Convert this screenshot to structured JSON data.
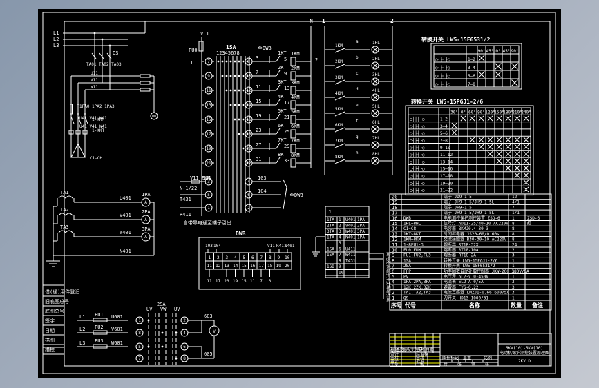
{
  "drawing": {
    "title_line1": "6KV(10)-6KV(10)",
    "title_line2": "电动机保护测控装置原理图",
    "drawing_no": "2KV.D",
    "colors": {
      "background": "#000000",
      "line": "#ffffff",
      "highlight": "#ffff00",
      "window_bg": "#8e9bb0"
    }
  },
  "power_circuit": {
    "phases": [
      "L1",
      "L2",
      "L3"
    ],
    "breaker": "QS",
    "cts": [
      "TA01",
      "TA02",
      "TA03"
    ],
    "busbars": [
      "U11",
      "V11",
      "W11"
    ],
    "fuses": [
      "1FU0",
      "1FU2",
      "1FU3"
    ],
    "contactor_labels": [
      "U41",
      "V41",
      "W41"
    ],
    "kkm": "1-KKM",
    "kkt": "1-KKT",
    "lower_labels": [
      "U41",
      "V41",
      "W41"
    ],
    "motor": "C1-CH"
  },
  "control_circuit": {
    "supply": "V11",
    "fuse": "FU0",
    "row_no": "1",
    "switch": "1SA",
    "switch_positions": "12345678",
    "to_dwb": "至DWB",
    "rows": [
      {
        "left": "7",
        "right": "8",
        "wire": "3",
        "relay": "1KT",
        "coil_no": "5",
        "coil": "1KM"
      },
      {
        "left": "9",
        "right": "10",
        "wire": "7",
        "relay": "2KT",
        "coil_no": "9",
        "coil": "2KM"
      },
      {
        "left": "11",
        "right": "12",
        "wire": "11",
        "relay": "3KT",
        "coil_no": "13",
        "coil": "3KM"
      },
      {
        "left": "13",
        "right": "14",
        "wire": "15",
        "relay": "4KT",
        "coil_no": "17",
        "coil": "4KM"
      },
      {
        "left": "15",
        "right": "16",
        "wire": "19",
        "relay": "5KT",
        "coil_no": "21",
        "coil": "5KM"
      },
      {
        "left": "17",
        "right": "18",
        "wire": "23",
        "relay": "6KT",
        "coil_no": "25",
        "coil": "6KM"
      },
      {
        "left": "19",
        "right": "20",
        "wire": "27",
        "relay": "7KT",
        "coil_no": "29",
        "coil": "7KM"
      },
      {
        "left": "21",
        "right": "22",
        "wire": "31",
        "relay": "8KT",
        "coil_no": "33",
        "coil": "8KM"
      }
    ],
    "bus_n": "N",
    "node_2": "2",
    "lower": {
      "fuse": "V11 FUM",
      "wire_101": "101",
      "n_label": "N-1/22",
      "t_label": "T431",
      "r_label": "R411",
      "note": "自带导电通至端子引出",
      "rows": [
        {
          "left": "3",
          "right": "4",
          "wire": "103"
        },
        {
          "left": "5",
          "right": "6",
          "wire": "104"
        },
        {
          "left": "1",
          "right": "2",
          "wire": ""
        }
      ],
      "to_dwb": "至DWB"
    }
  },
  "indicator_circuit": {
    "bus_left": "1",
    "bus_right": "2",
    "rows": [
      {
        "switch": "1KM",
        "tag": "a",
        "lamp": "1HL"
      },
      {
        "switch": "2KM",
        "tag": "b",
        "lamp": "2HL"
      },
      {
        "switch": "3KM",
        "tag": "c",
        "lamp": "3HL"
      },
      {
        "switch": "4KM",
        "tag": "d",
        "lamp": "4HL"
      },
      {
        "switch": "5KM",
        "tag": "e",
        "lamp": "5HL"
      },
      {
        "switch": "6KM",
        "tag": "f",
        "lamp": "6HL"
      },
      {
        "switch": "7KM",
        "tag": "g",
        "lamp": "7HL"
      },
      {
        "switch": "8KM",
        "tag": "h",
        "lamp": "8HL"
      }
    ]
  },
  "ct_circuit": {
    "cts": [
      "TA1",
      "TA2",
      "TA3"
    ],
    "wires": [
      "U401",
      "V401",
      "W401",
      "N401"
    ],
    "ammeters": [
      "1PA",
      "2PA",
      "3PA"
    ],
    "meter_symbol": "A"
  },
  "dwb_block": {
    "title": "DWB",
    "top_labels": [
      "103",
      "104",
      "V11",
      "R411",
      "N401"
    ],
    "row1": [
      "1",
      "2",
      "3",
      "4",
      "5",
      "6",
      "7",
      "8",
      "9",
      "10"
    ],
    "row2": [
      "11",
      "12",
      "13",
      "14",
      "15",
      "16",
      "17",
      "18",
      "19",
      "20"
    ],
    "bottom_labels": [
      "11",
      "17",
      "23",
      "19",
      "15",
      "11",
      "7",
      "3"
    ]
  },
  "terminal_block": {
    "title": "J",
    "rows": [
      [
        "1TA",
        "1",
        "U401",
        "1PA"
      ],
      [
        "2TA",
        "2",
        "V401",
        "2PA"
      ],
      [
        "3TA",
        "3",
        "W401",
        "3PA"
      ],
      [
        "1TA",
        "4",
        "N401",
        "1PA"
      ],
      [
        "",
        "5",
        "",
        ""
      ],
      [
        "1SA",
        "6",
        "U411",
        ""
      ],
      [
        "1SA",
        "7",
        "W411",
        ""
      ],
      [
        "",
        "8",
        "T431",
        ""
      ],
      [
        "1SB",
        "9",
        "",
        ""
      ],
      [
        "",
        "10",
        "",
        ""
      ]
    ],
    "side_note": "由电能表端子排接线端引出"
  },
  "switch_table_1": {
    "title": "转换开关 LW5-15F6531/2",
    "headers": [
      "90°",
      "45°",
      "0°",
      "45°",
      "90°"
    ],
    "rows": [
      {
        "contact": "1—2",
        "marks": [
          1,
          0,
          0,
          0,
          0
        ]
      },
      {
        "contact": "3—4",
        "marks": [
          0,
          0,
          1,
          0,
          1
        ]
      },
      {
        "contact": "5—6",
        "marks": [
          1,
          0,
          1,
          0,
          0
        ]
      },
      {
        "contact": "7—8",
        "marks": [
          0,
          0,
          0,
          0,
          1
        ]
      }
    ]
  },
  "switch_table_2": {
    "title": "转换开关 LW5-15PGJ1-2/6",
    "headers": [
      "30°",
      "0°",
      "60°",
      "90°",
      "120°",
      "150°",
      "180°",
      "210°",
      "240°"
    ],
    "rows": [
      {
        "contact": "1—2",
        "marks": [
          0,
          1,
          1,
          1,
          1,
          1,
          1,
          1,
          1
        ]
      },
      {
        "contact": "3—4",
        "marks": [
          1,
          0,
          0,
          0,
          0,
          0,
          0,
          0,
          0
        ]
      },
      {
        "contact": "5—6",
        "marks": [
          1,
          0,
          0,
          0,
          0,
          0,
          0,
          0,
          0
        ]
      },
      {
        "contact": "7—8",
        "marks": [
          0,
          0,
          1,
          1,
          1,
          1,
          1,
          1,
          1
        ]
      },
      {
        "contact": "9—10",
        "marks": [
          0,
          0,
          0,
          1,
          1,
          1,
          1,
          1,
          1
        ]
      },
      {
        "contact": "11—12",
        "marks": [
          0,
          0,
          0,
          0,
          1,
          1,
          1,
          1,
          1
        ]
      },
      {
        "contact": "13—14",
        "marks": [
          0,
          0,
          0,
          0,
          0,
          1,
          1,
          1,
          1
        ]
      },
      {
        "contact": "15—16",
        "marks": [
          0,
          0,
          0,
          0,
          0,
          0,
          1,
          1,
          1
        ]
      },
      {
        "contact": "17—18",
        "marks": [
          0,
          0,
          0,
          0,
          0,
          0,
          0,
          1,
          1
        ]
      },
      {
        "contact": "19—20",
        "marks": [
          0,
          0,
          0,
          0,
          0,
          0,
          0,
          0,
          1
        ]
      },
      {
        "contact": "21—22",
        "marks": [
          0,
          0,
          0,
          0,
          0,
          0,
          0,
          0,
          1
        ]
      }
    ]
  },
  "parts_list": {
    "rows": [
      {
        "no": "20",
        "code": "",
        "name": "端子 JD9-1.5",
        "qty": "12",
        "note": ""
      },
      {
        "no": "19",
        "code": "",
        "name": "端子 JH9-1.5/JH9-1.5L",
        "qty": "4/1",
        "note": ""
      },
      {
        "no": "18",
        "code": "",
        "name": "端子 JH9-1.5",
        "qty": "7",
        "note": ""
      },
      {
        "no": "17",
        "code": "",
        "name": "端子 JH9-1.5/JH9-1.5L",
        "qty": "1/1",
        "note": ""
      },
      {
        "no": "16",
        "code": "DWB",
        "name": "电能测控保护测控装置 ZSD-6",
        "qty": "1",
        "note": "ZSD-6"
      },
      {
        "no": "15",
        "code": "1HL~8HL",
        "name": "信号灯 AD11-25/40-10 AC220V",
        "qty": "8",
        "note": "红"
      },
      {
        "no": "14",
        "code": "C1~C8",
        "name": "电容器 BKMJ0.4-30-3",
        "qty": "8",
        "note": ""
      },
      {
        "no": "13",
        "code": "1KT~8KT",
        "name": "时间继电器 JS20-60/0 60s",
        "qty": "8",
        "note": ""
      },
      {
        "no": "12",
        "code": "1KM~8KM",
        "name": "交流接触器 B30-30-10 AC220V",
        "qty": "8",
        "note": ""
      },
      {
        "no": "11",
        "code": "1-8FU1-3",
        "name": "熔断器 RT18-32X",
        "qty": "24",
        "note": ""
      },
      {
        "no": "10",
        "code": "FU0,FUM",
        "name": "熔断器 RT18-10A",
        "qty": "2",
        "note": ""
      },
      {
        "no": "9",
        "code": "FU1,FU2,FU3",
        "name": "熔断器 RT18-2A",
        "qty": "3",
        "note": ""
      },
      {
        "no": "8",
        "code": "1SA",
        "name": "转换开关 LW5-15PGJ1-2/6",
        "qty": "1",
        "note": ""
      },
      {
        "no": "7",
        "code": "2SA",
        "name": "转换开关 LW5-15F6531/2",
        "qty": "1",
        "note": ""
      },
      {
        "no": "6",
        "code": "FFP",
        "name": "功率因数自动补偿控制器 JKW-200 380V/5A",
        "qty": "1",
        "note": ""
      },
      {
        "no": "5",
        "code": "PV",
        "name": "电压表 6L2-V 0-450V",
        "qty": "1",
        "note": ""
      },
      {
        "no": "4",
        "code": "1PA,2PA,3PA",
        "name": "电流表 6L2-A 0/5A",
        "qty": "3",
        "note": ""
      },
      {
        "no": "3",
        "code": "1ZK,2ZK,3ZK",
        "name": "避雷器 FYS-0.22",
        "qty": "3",
        "note": ""
      },
      {
        "no": "2",
        "code": "TA1,TA2,TA3",
        "name": "电流互感器 LMZJ1-0.66 600/5A",
        "qty": "3",
        "note": ""
      },
      {
        "no": "1",
        "code": "QS",
        "name": "刀开关 HD13-1000/31",
        "qty": "1",
        "note": ""
      }
    ],
    "header": {
      "no": "序号",
      "code": "代号",
      "name": "名称",
      "qty": "数量",
      "note": "备注"
    }
  },
  "title_block": {
    "left_labels": [
      "标记",
      "处数",
      "更改文件号",
      "签名",
      "日期"
    ],
    "roles": [
      "设计",
      "审核",
      "审定",
      "工艺"
    ],
    "roles_right": [
      "标准化",
      "审核",
      "批准",
      "日期"
    ],
    "stage": [
      "图样标记",
      "重量",
      "比例"
    ],
    "sheet": [
      "共",
      "张",
      "第",
      "张"
    ]
  },
  "left_strip": {
    "labels": [
      "借(通)用件登记",
      "旧底图总号",
      "底图总号",
      "签字",
      "日期",
      "描图",
      "描校"
    ]
  },
  "voltmeter_circuit": {
    "phases": [
      "L1",
      "L2",
      "L3"
    ],
    "fuses": [
      "FU1",
      "FU2",
      "FU3"
    ],
    "wires": [
      "U601",
      "V601",
      "W601"
    ],
    "left_nodes": [
      "1",
      "8",
      "5",
      "7"
    ],
    "right_nodes": [
      "2",
      "4",
      "6",
      "8"
    ],
    "switch": "2SA",
    "switch_cols": [
      "UV",
      "VW",
      "UV"
    ],
    "meter_wires": [
      "603",
      "605"
    ],
    "meter_symbol": "V"
  }
}
